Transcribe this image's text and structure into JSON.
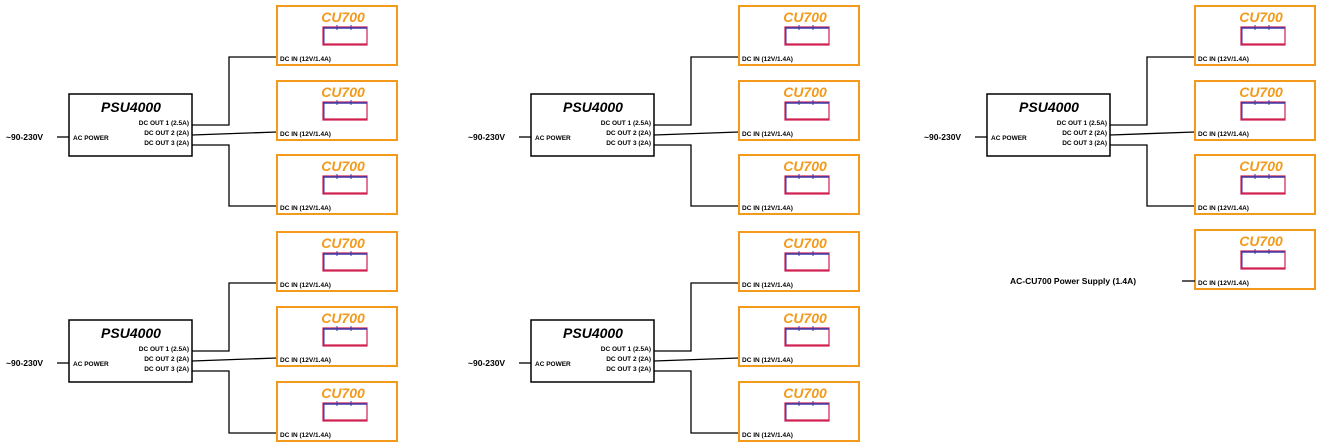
{
  "psu": {
    "name": "PSU4000",
    "ac_input": "~90-230V",
    "ac_power_label": "AC POWER",
    "outputs": [
      "DC OUT 1 (2.5A)",
      "DC OUT 2 (2A)",
      "DC OUT 3 (2A)"
    ]
  },
  "cu": {
    "name": "CU700",
    "dc_in": "DC IN (12V/1.4A)"
  },
  "adapter_label": "AC-CU700 Power Supply (1.4A)",
  "colors": {
    "cu_border": "#f39a1b",
    "cu_title": "#f39a1b",
    "device_blue": "#3a3aa8",
    "device_red": "#d02050",
    "line": "#000000"
  },
  "layout_groups": [
    "top-left",
    "bottom-left",
    "top-middle",
    "bottom-middle",
    "top-right"
  ]
}
